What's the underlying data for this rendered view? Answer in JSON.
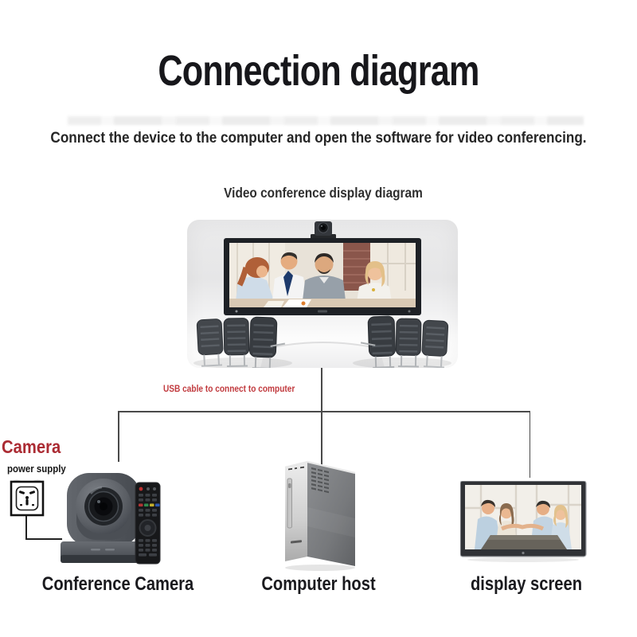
{
  "page": {
    "title": "Connection diagram",
    "subtitle": "Connect the device to the computer and open the software for video conferencing.",
    "section_label": "Video conference display diagram",
    "usb_note": "USB cable to connect to computer",
    "power": {
      "title": "Camera",
      "subtitle": "power supply"
    },
    "devices": {
      "camera_label": "Conference Camera",
      "computer_label": "Computer host",
      "display_label": "display screen"
    },
    "icons": {
      "power_socket": "power-socket-icon",
      "ptz_camera": "ptz-camera-illustration",
      "remote": "remote-control-illustration",
      "computer_tower": "computer-tower-illustration",
      "display_monitor": "display-monitor-illustration",
      "conference_room": "conference-room-illustration"
    },
    "colors": {
      "accent_red": "#ab2b33",
      "note_red": "#c13a3e",
      "line_gray": "#4a4a4a",
      "text_dark": "#17171b"
    }
  }
}
